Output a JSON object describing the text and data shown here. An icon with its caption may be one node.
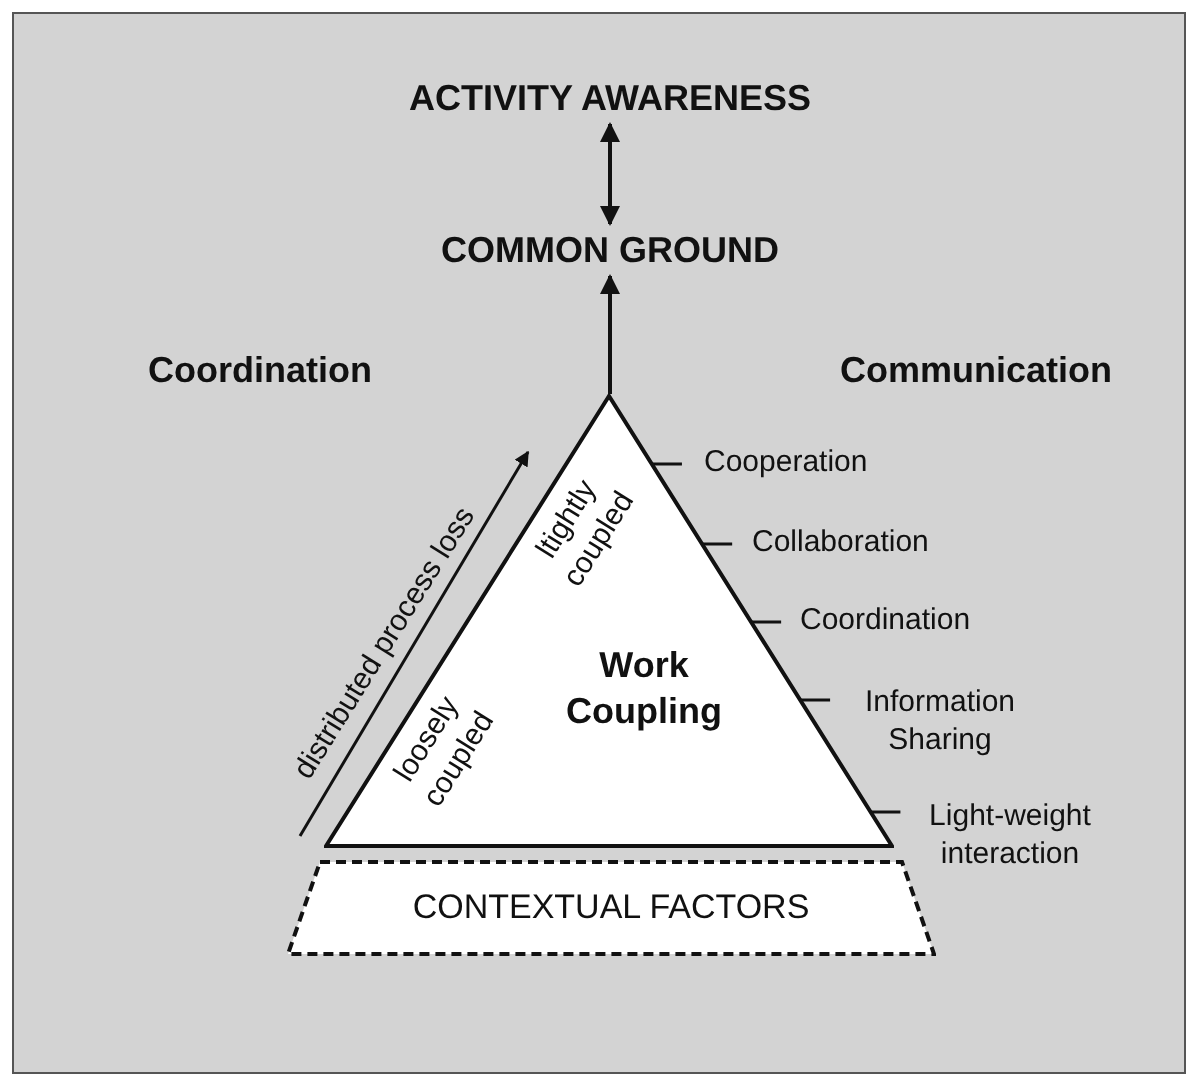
{
  "diagram": {
    "nodes": [
      {
        "text": [
          "ACTIVITY AWARENESS"
        ]
      },
      {
        "text": [
          "COMMON GROUND"
        ]
      },
      {
        "text": [
          "ltightly coupled",
          "Work Coupling",
          "loosely coupled"
        ]
      },
      {
        "text": [
          "CONTEXTUAL FACTORS"
        ]
      }
    ],
    "edges": [
      {
        "from": 0,
        "to": 1,
        "arrow": "both"
      },
      {
        "from": 2,
        "to": 1,
        "arrow": "to"
      }
    ],
    "labels": [
      "Coordination",
      "Communication",
      "distributed process loss",
      "Cooperation",
      "Collaboration",
      "Coordination",
      "Information Sharing",
      "Light-weight interaction"
    ]
  }
}
